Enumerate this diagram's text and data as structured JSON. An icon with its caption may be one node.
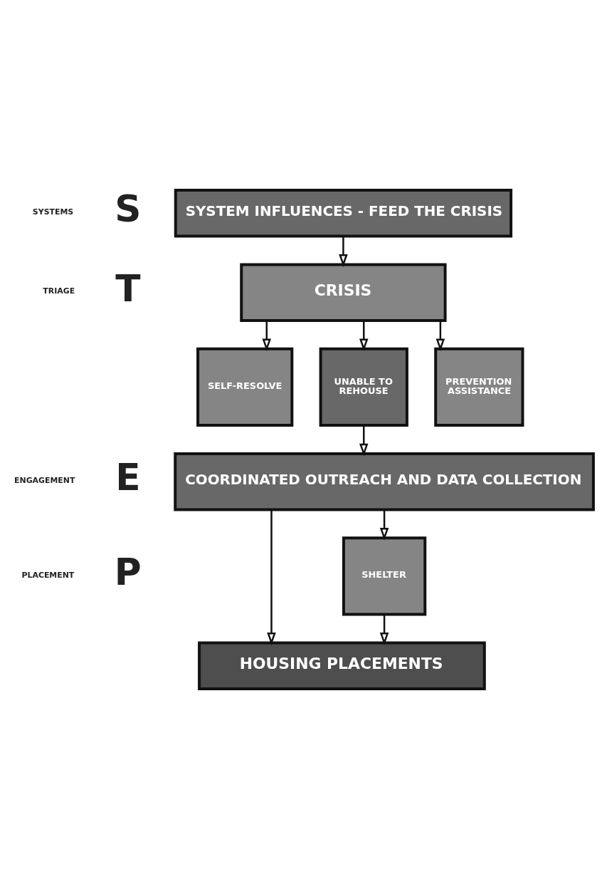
{
  "diagram": {
    "nodes": [
      {
        "text": [
          "SYSTEM INFLUENCES - FEED THE CRISIS"
        ]
      },
      {
        "text": [
          "CRISIS"
        ]
      },
      {
        "text": [
          "SELF-RESOLVE"
        ]
      },
      {
        "text": [
          "UNABLE TO REHOUSE"
        ]
      },
      {
        "text": [
          "PREVENTION ASSISTANCE"
        ]
      },
      {
        "text": [
          "COORDINATED OUTREACH AND DATA COLLECTION"
        ]
      },
      {
        "text": [
          "SHELTER"
        ]
      },
      {
        "text": [
          "HOUSING PLACEMENTS"
        ]
      }
    ],
    "edges": [
      {
        "from": 0,
        "to": 1,
        "arrow": "to"
      },
      {
        "from": 1,
        "to": 2,
        "arrow": "to"
      },
      {
        "from": 1,
        "to": 3,
        "arrow": "to"
      },
      {
        "from": 1,
        "to": 4,
        "arrow": "to"
      },
      {
        "from": 3,
        "to": 5,
        "arrow": "to"
      },
      {
        "from": 5,
        "to": 7,
        "arrow": "to"
      },
      {
        "from": 5,
        "to": 6,
        "arrow": "to"
      },
      {
        "from": 6,
        "to": 7,
        "arrow": "to"
      }
    ],
    "labels": [
      "SYSTEMS",
      "S",
      "TRIAGE",
      "T",
      "ENGAGEMENT",
      "E",
      "PLACEMENT",
      "P"
    ]
  }
}
